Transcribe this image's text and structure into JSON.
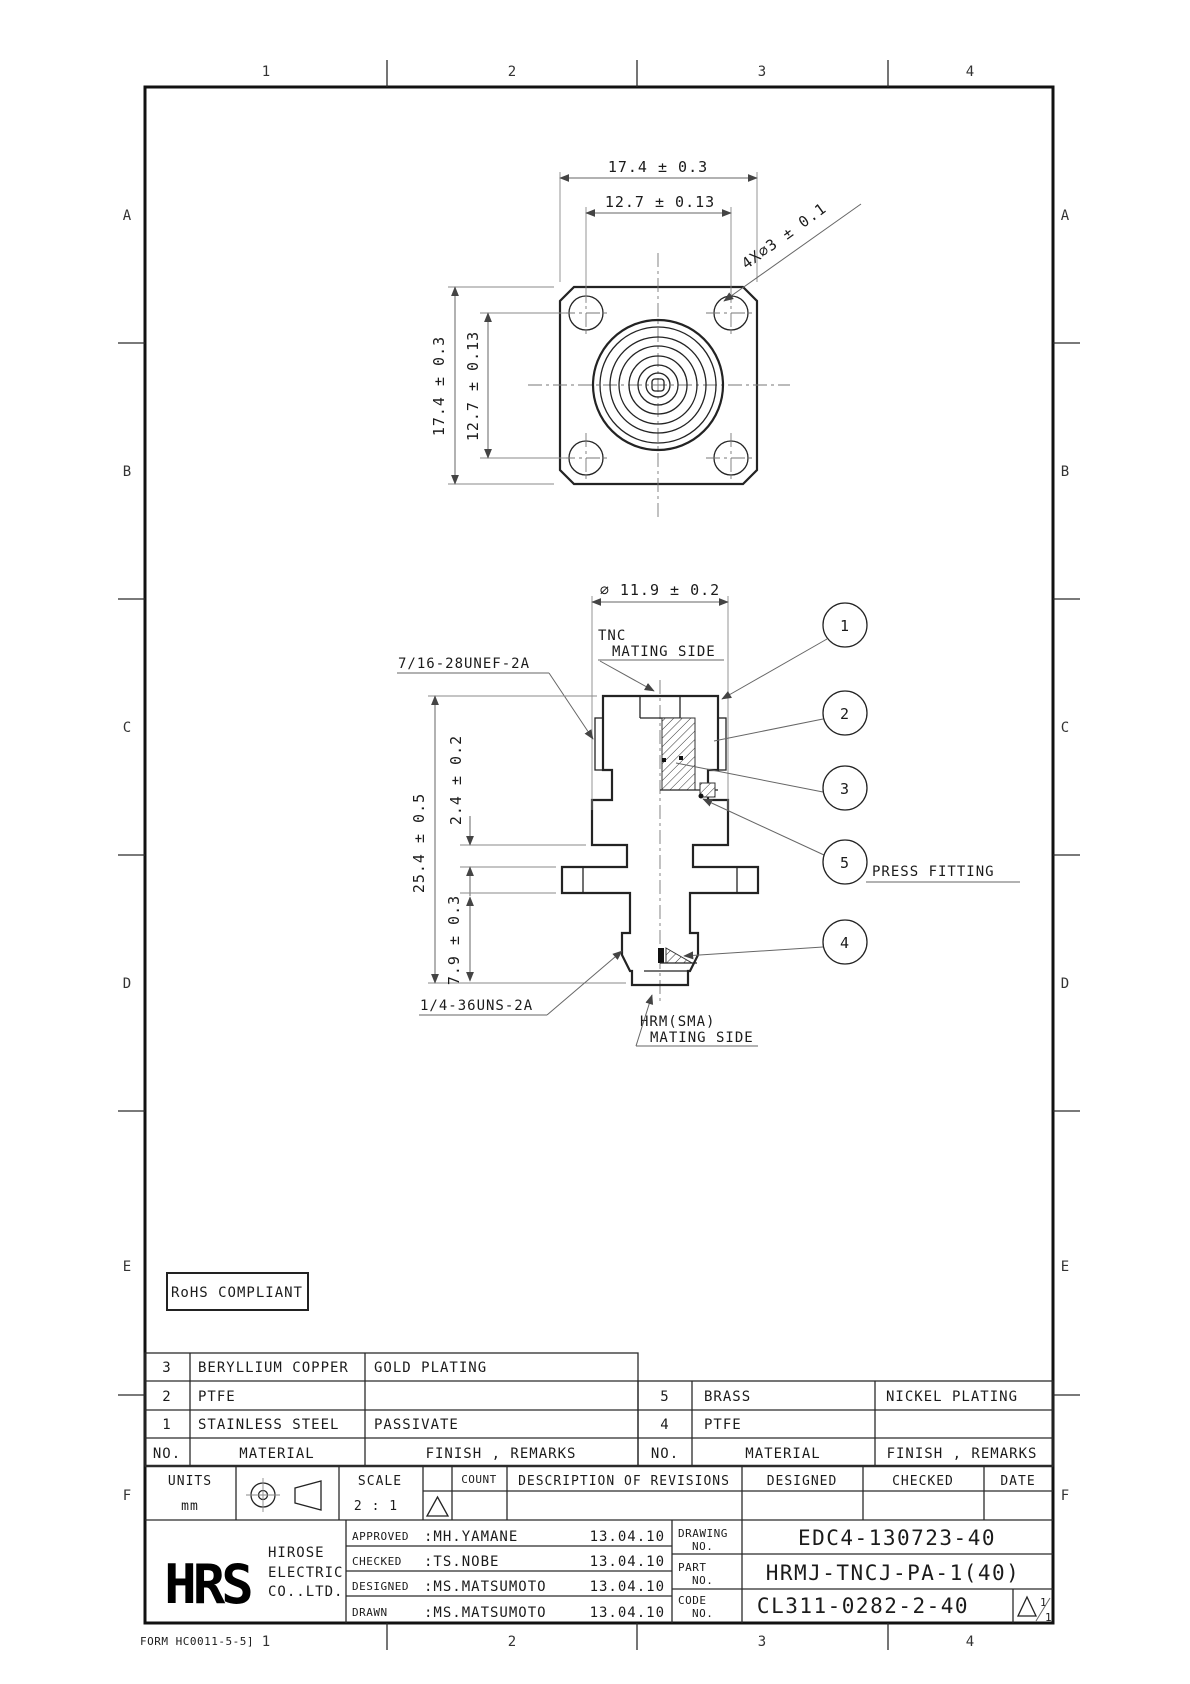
{
  "margin": {
    "cols": [
      "1",
      "2",
      "3",
      "4"
    ],
    "rows": [
      "A",
      "B",
      "C",
      "D",
      "E",
      "F"
    ]
  },
  "form_number": "FORM HC0011-5-5]",
  "front_view": {
    "dim_width": "17.4 ± 0.3",
    "dim_hole_pitch_h": "12.7 ± 0.13",
    "dim_height": "17.4 ± 0.3",
    "dim_hole_pitch_v": "12.7 ± 0.13",
    "dim_holes": "4X⌀3 ± 0.1"
  },
  "section_view": {
    "dim_diameter": "⌀ 11.9 ± 0.2",
    "label_tnc": "TNC",
    "label_tnc_mating": "MATING SIDE",
    "thread_top": "7/16-28UNEF-2A",
    "dim_length": "25.4 ± 0.5",
    "dim_mid": "2.4 ± 0.2",
    "dim_lower": "7.9 ± 0.3",
    "thread_bottom": "1/4-36UNS-2A",
    "label_sma": "HRM(SMA)",
    "label_sma_mating": "MATING SIDE",
    "press_fitting": "PRESS FITTING",
    "callouts": [
      "1",
      "2",
      "3",
      "5",
      "4"
    ]
  },
  "rohs": "RoHS COMPLIANT",
  "materials_table": {
    "headers": {
      "no": "NO.",
      "material": "MATERIAL",
      "finish": "FINISH , REMARKS"
    },
    "left_rows": [
      {
        "no": "3",
        "material": "BERYLLIUM COPPER",
        "finish": "GOLD PLATING"
      },
      {
        "no": "2",
        "material": "PTFE",
        "finish": ""
      },
      {
        "no": "1",
        "material": "STAINLESS STEEL",
        "finish": "PASSIVATE"
      }
    ],
    "right_rows": [
      {
        "no": "5",
        "material": "BRASS",
        "finish": "NICKEL PLATING"
      },
      {
        "no": "4",
        "material": "PTFE",
        "finish": ""
      }
    ]
  },
  "title_block": {
    "units_label": "UNITS",
    "units_value": "mm",
    "scale_label": "SCALE",
    "scale_value": "2 : 1",
    "count_label": "COUNT",
    "revisions_label": "DESCRIPTION OF REVISIONS",
    "designed_label": "DESIGNED",
    "checked_label": "CHECKED",
    "date_label": "DATE",
    "company": {
      "logo": "HRS",
      "name1": "HIROSE",
      "name2": "ELECTRIC",
      "name3": "CO..LTD."
    },
    "signoff": [
      {
        "role": "APPROVED",
        "name": ":MH.YAMANE",
        "date": "13.04.10"
      },
      {
        "role": "CHECKED",
        "name": ":TS.NOBE",
        "date": "13.04.10"
      },
      {
        "role": "DESIGNED",
        "name": ":MS.MATSUMOTO",
        "date": "13.04.10"
      },
      {
        "role": "DRAWN",
        "name": ":MS.MATSUMOTO",
        "date": "13.04.10"
      }
    ],
    "drawing_label": "DRAWING",
    "part_label": "PART",
    "code_label": "CODE",
    "no_label": "NO.",
    "drawing_no": "EDC4-130723-40",
    "part_no": "HRMJ-TNCJ-PA-1(40)",
    "code_no": "CL311-0282-2-40",
    "sheet": {
      "current": "1",
      "total": "1"
    }
  }
}
